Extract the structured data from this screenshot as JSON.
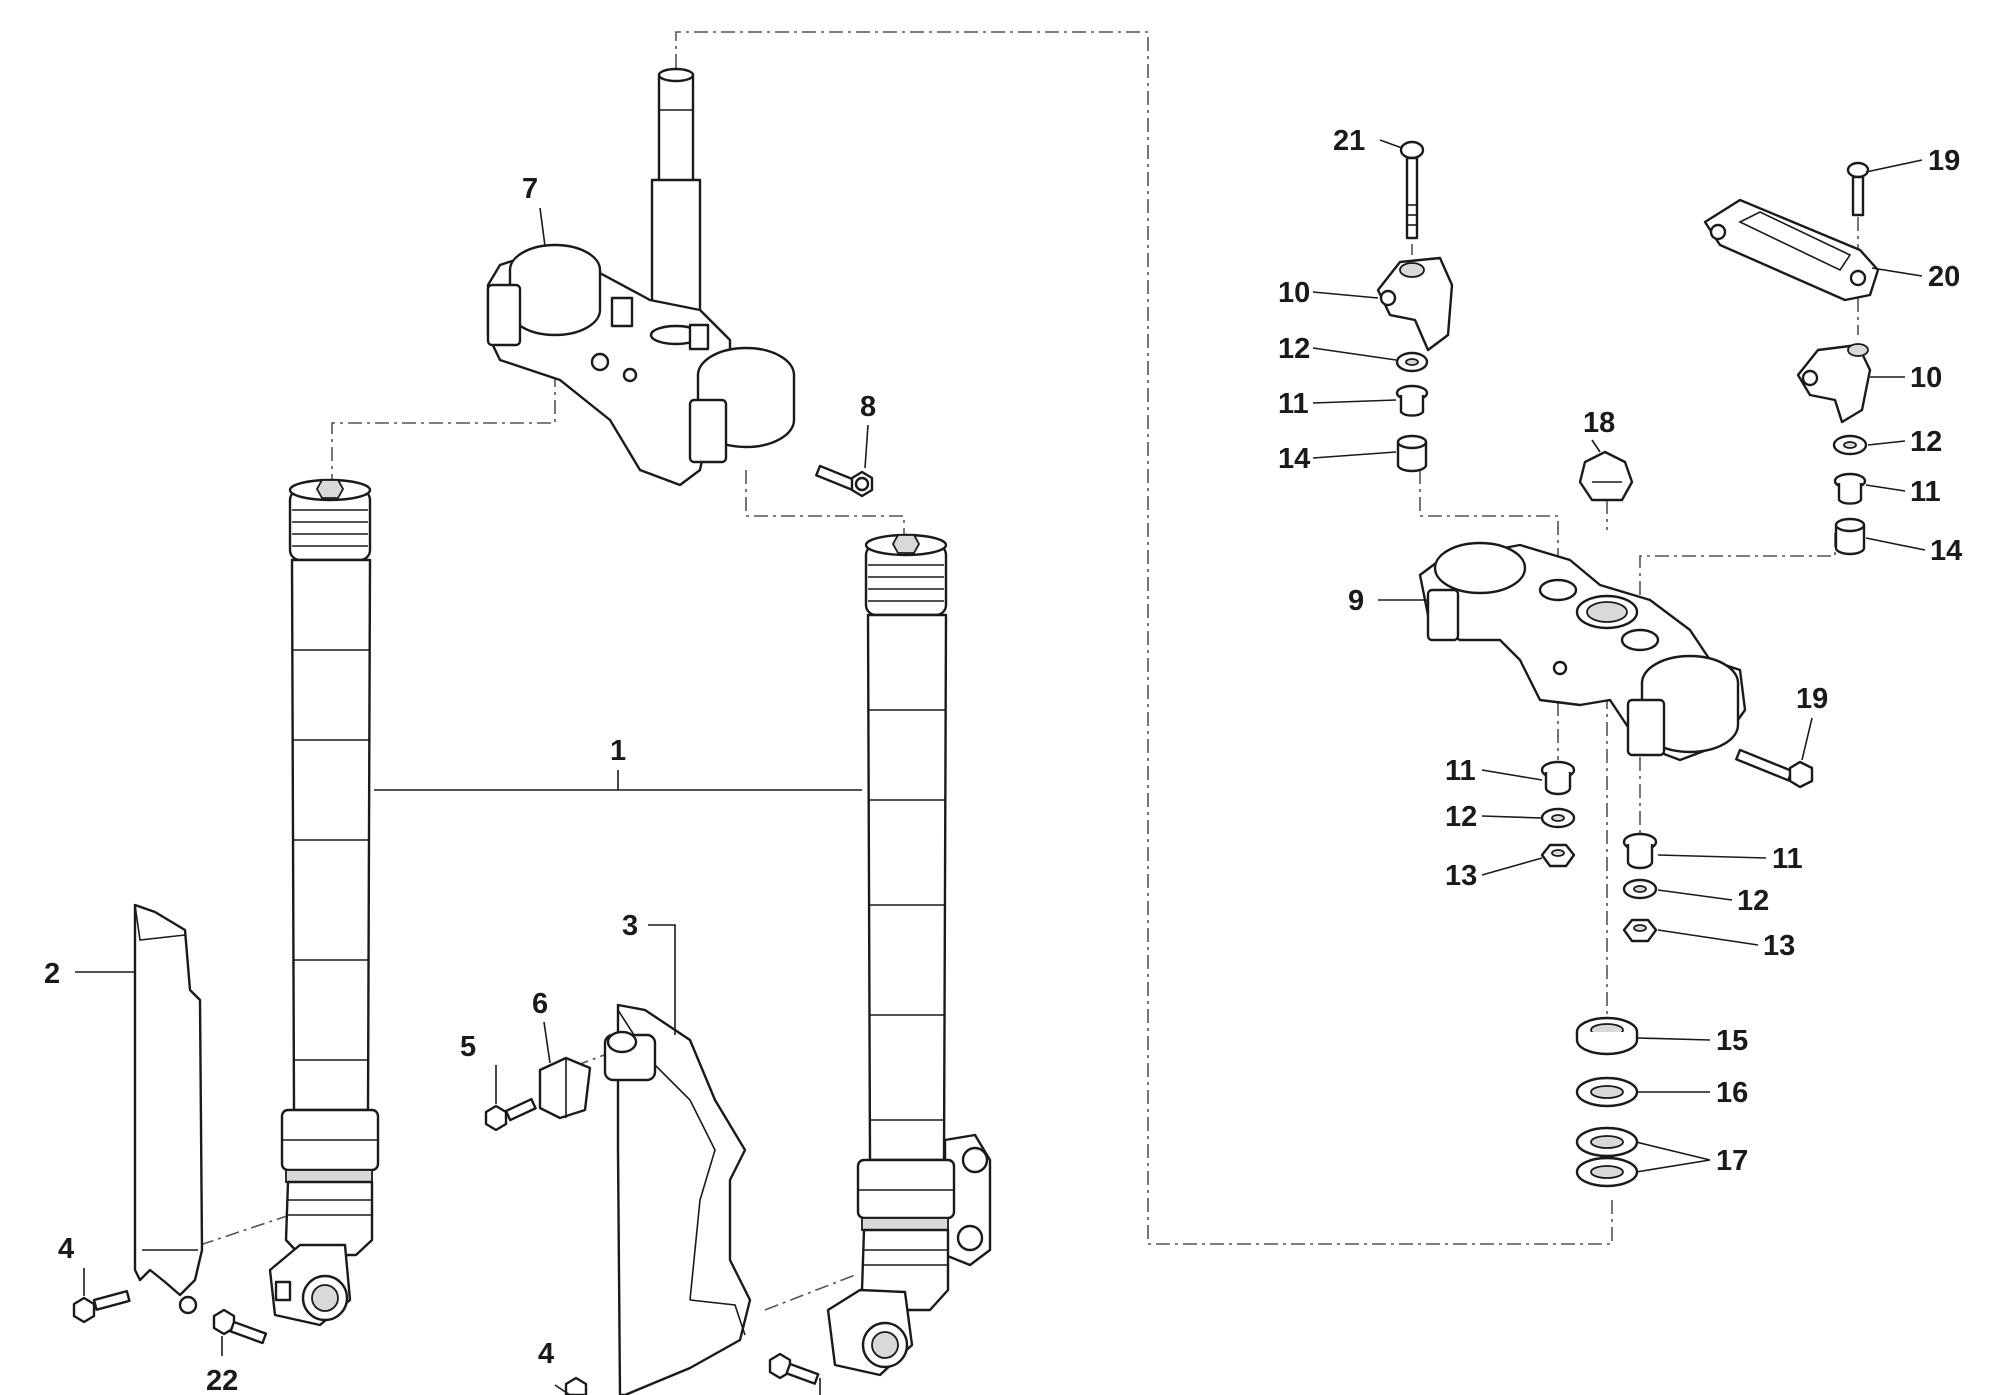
{
  "diagram": {
    "callouts": {
      "c1": "1",
      "c2": "2",
      "c3": "3",
      "c4a": "4",
      "c4b": "4",
      "c5": "5",
      "c6": "6",
      "c7": "7",
      "c8": "8",
      "c9": "9",
      "c10a": "10",
      "c10b": "10",
      "c11a": "11",
      "c11b": "11",
      "c11c": "11",
      "c11d": "11",
      "c12a": "12",
      "c12b": "12",
      "c12c": "12",
      "c12d": "12",
      "c13a": "13",
      "c13b": "13",
      "c14a": "14",
      "c14b": "14",
      "c15": "15",
      "c16": "16",
      "c17": "17",
      "c18": "18",
      "c19a": "19",
      "c19b": "19",
      "c20": "20",
      "c21": "21",
      "c22": "22"
    }
  }
}
